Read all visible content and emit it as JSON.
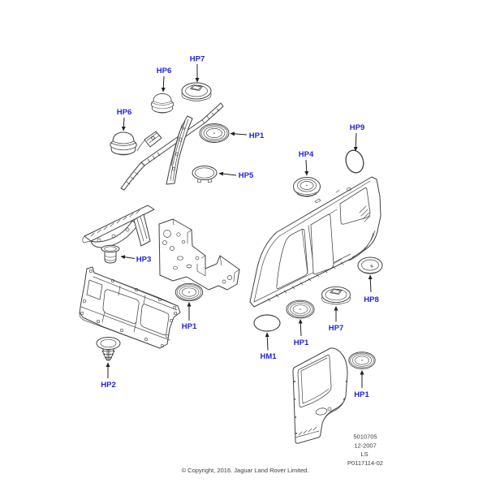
{
  "callouts": [
    {
      "id": "hp7-top",
      "label": "HP7"
    },
    {
      "id": "hp6-upper",
      "label": "HP6"
    },
    {
      "id": "hp6-lower",
      "label": "HP6"
    },
    {
      "id": "hp1-top",
      "label": "HP1"
    },
    {
      "id": "hp5",
      "label": "HP5"
    },
    {
      "id": "hp9",
      "label": "HP9"
    },
    {
      "id": "hp4",
      "label": "HP4"
    },
    {
      "id": "hp3",
      "label": "HP3"
    },
    {
      "id": "hp1-mid",
      "label": "HP1"
    },
    {
      "id": "hp2",
      "label": "HP2"
    },
    {
      "id": "hp8",
      "label": "HP8"
    },
    {
      "id": "hp7-bottom",
      "label": "HP7"
    },
    {
      "id": "hp1-mid-bottom",
      "label": "HP1"
    },
    {
      "id": "hm1",
      "label": "HM1"
    },
    {
      "id": "hp1-bottom-right",
      "label": "HP1"
    }
  ],
  "plate": {
    "part_number": "5010705",
    "date": "12-2007",
    "market_code": "LS",
    "drawing_number": "P0117114-02"
  },
  "footer": {
    "copyright": "© Copyright, 2016. Jaguar Land Rover Limited."
  },
  "colors": {
    "callout_blue": "#2222dd",
    "line_gray": "#414141",
    "text_gray": "#3c3c3c",
    "background": "#ffffff"
  }
}
